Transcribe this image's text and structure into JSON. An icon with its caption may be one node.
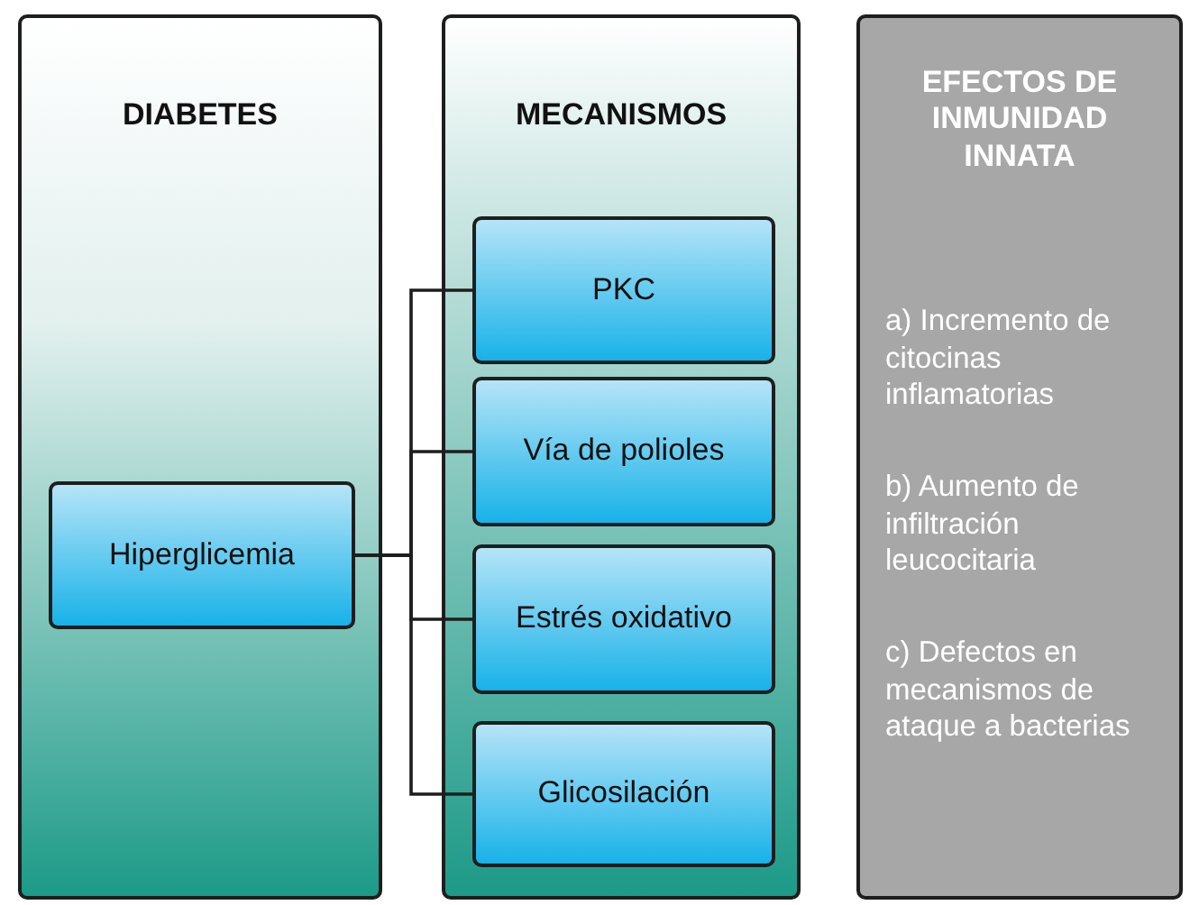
{
  "diagram": {
    "nodes": [
      {
        "text": [
          "DIABETES"
        ]
      },
      {
        "text": [
          "Hiperglicemia"
        ],
        "in": 0
      },
      {
        "text": [
          "MECANISMOS"
        ]
      },
      {
        "text": [
          "PKC"
        ],
        "in": 2
      },
      {
        "text": [
          "Vía de polioles"
        ],
        "in": 2
      },
      {
        "text": [
          "Estrés oxidativo"
        ],
        "in": 2
      },
      {
        "text": [
          "Glicosilación"
        ],
        "in": 2
      },
      {
        "text": [
          "EFECTOS DE INMUNIDAD INNATA",
          "a) Incremento de citocinas inflamatorias",
          "b) Aumento de infiltración leucocitaria",
          "c) Defectos en mecanismos de ataque a bacterias"
        ]
      }
    ],
    "edges": [
      {
        "from": 1,
        "to": 3,
        "arrow": "none"
      },
      {
        "from": 1,
        "to": 4,
        "arrow": "none"
      },
      {
        "from": 1,
        "to": 5,
        "arrow": "none"
      },
      {
        "from": 1,
        "to": 6,
        "arrow": "none"
      }
    ]
  }
}
